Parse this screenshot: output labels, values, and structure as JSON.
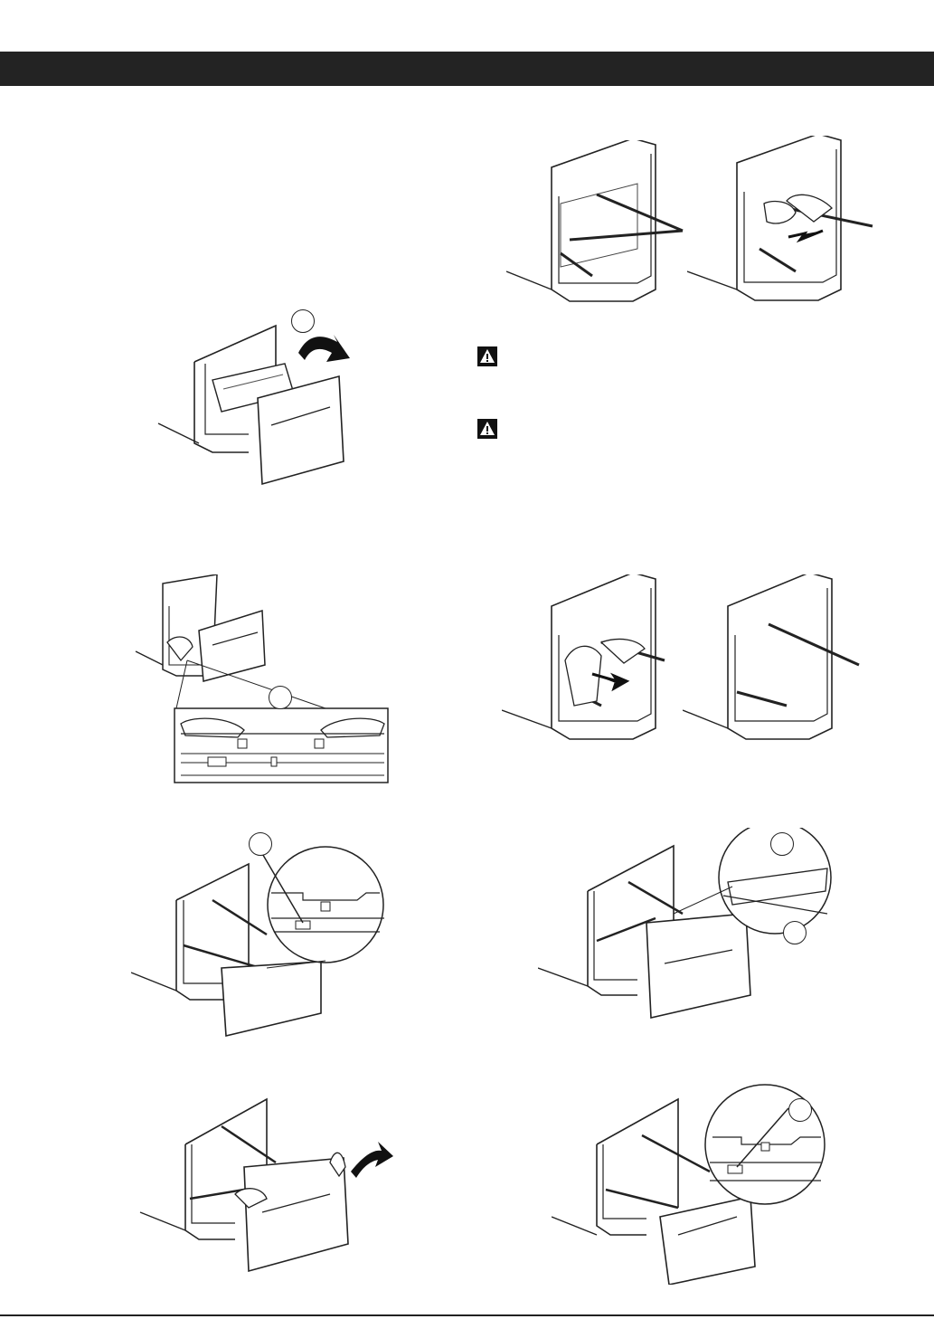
{
  "header": {
    "title": ""
  },
  "figures": [
    {
      "id": "drawer-tilt-out",
      "callout": ""
    },
    {
      "id": "rails-extended",
      "callout": ""
    },
    {
      "id": "rails-push-in",
      "callout": ""
    },
    {
      "id": "release-clips",
      "callout": ""
    },
    {
      "id": "rails-pull-out",
      "callout": ""
    },
    {
      "id": "rails-retract",
      "callout": ""
    },
    {
      "id": "align-rail",
      "callout": ""
    },
    {
      "id": "hook-drawer",
      "callout": ""
    },
    {
      "id": "lift-drawer",
      "callout": ""
    },
    {
      "id": "rail-lock-detail",
      "callout": ""
    }
  ],
  "warnings": [
    {
      "icon": "warning-triangle-icon",
      "text": ""
    },
    {
      "icon": "warning-triangle-icon",
      "text": ""
    }
  ],
  "colors": {
    "header": "#232323",
    "line": "#222222"
  }
}
